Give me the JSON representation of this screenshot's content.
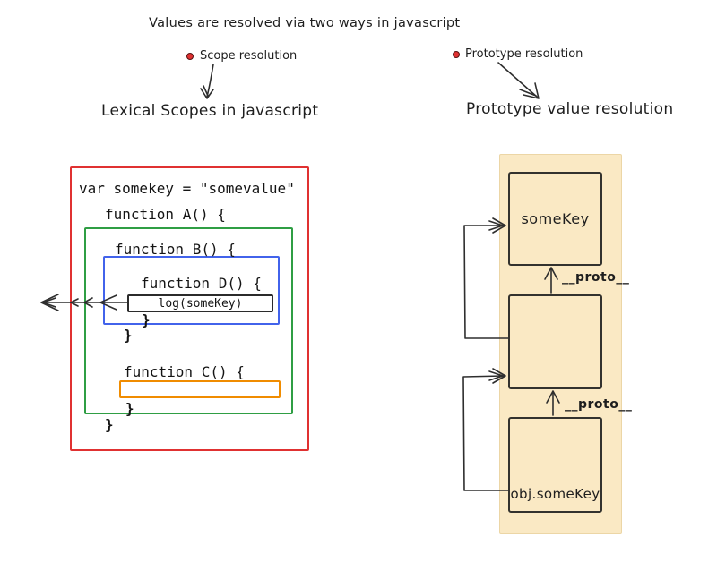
{
  "title": "Values are resolved via two ways in javascript",
  "callouts": {
    "scope": {
      "label": "Scope resolution"
    },
    "prototype": {
      "label": "Prototype resolution"
    }
  },
  "headings": {
    "lexical": "Lexical Scopes in javascript",
    "prototype": "Prototype value resolution"
  },
  "scope_diagram": {
    "var_line": "var somekey = \"somevalue\"",
    "fn_a": "function A() {",
    "fn_b": "function B() {",
    "fn_d": "function D() {",
    "log_call": "log(someKey)",
    "close_d": "}",
    "close_b": "}",
    "fn_c": "function C() {",
    "close_c": "}",
    "close_a": "}"
  },
  "prototype_diagram": {
    "top_box": "someKey",
    "middle_box": "",
    "bottom_box": "obj.someKey",
    "proto_top": "__proto__",
    "proto_bottom": "__proto__"
  },
  "colors": {
    "global_scope_border": "#e03131",
    "fn_a_border": "#2f9e44",
    "fn_b_border": "#4263eb",
    "log_box_border": "#2b2b2b",
    "fn_c_border": "#f08c00",
    "panel_fill": "#fae9c4",
    "bullet": "#e03131",
    "ink": "#1e1e1e"
  }
}
